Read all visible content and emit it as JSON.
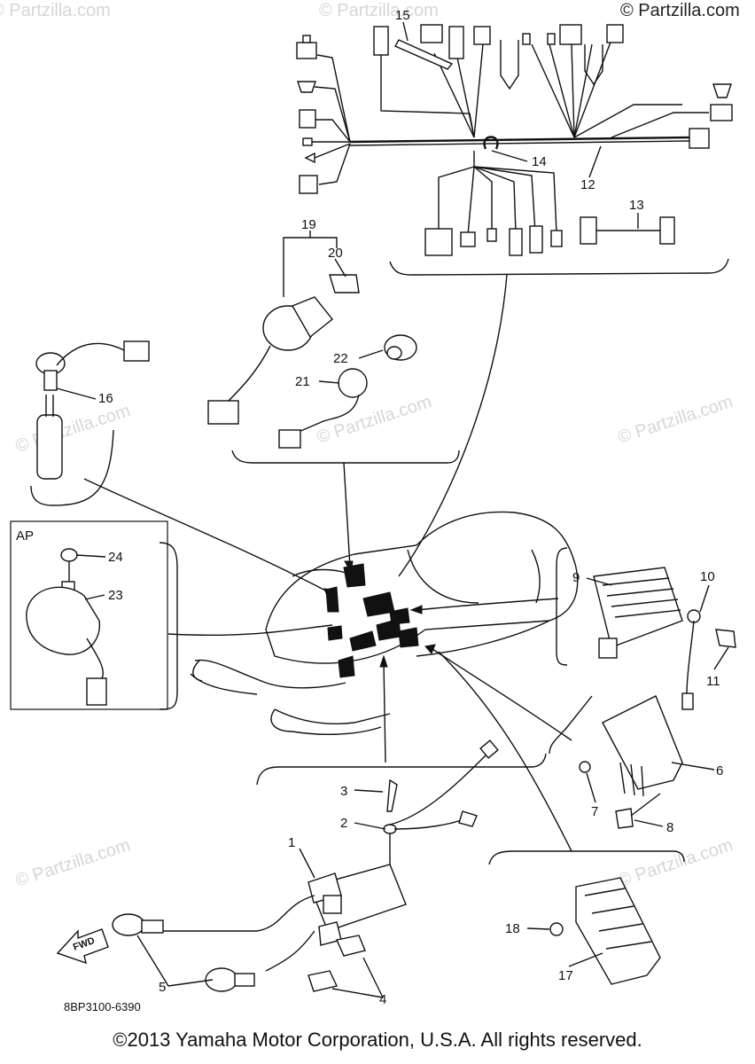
{
  "watermarks": [
    "© Partzilla.com",
    "© Partzilla.com",
    "© Partzilla.com",
    "© Partzilla.com",
    "© Partzilla.com",
    "© Partzilla.com",
    "© Partzilla.com",
    "© Partzilla.com"
  ],
  "inset_label": "AP",
  "fwd_label": "FWD",
  "diagram_code": "8BP3100-6390",
  "callouts": [
    "1",
    "2",
    "3",
    "4",
    "5",
    "6",
    "7",
    "8",
    "9",
    "10",
    "11",
    "12",
    "13",
    "14",
    "15",
    "16",
    "17",
    "18",
    "19",
    "20",
    "21",
    "22",
    "23",
    "24"
  ],
  "copyright": "©2013 Yamaha Motor Corporation, U.S.A. All rights reserved."
}
